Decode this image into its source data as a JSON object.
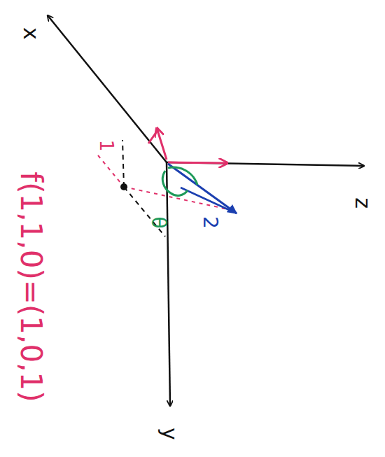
{
  "diagram": {
    "labels": [
      "x",
      "z",
      "y",
      "1",
      "2",
      "θ",
      "f(1,1,0)=(1,0,1)"
    ]
  }
}
